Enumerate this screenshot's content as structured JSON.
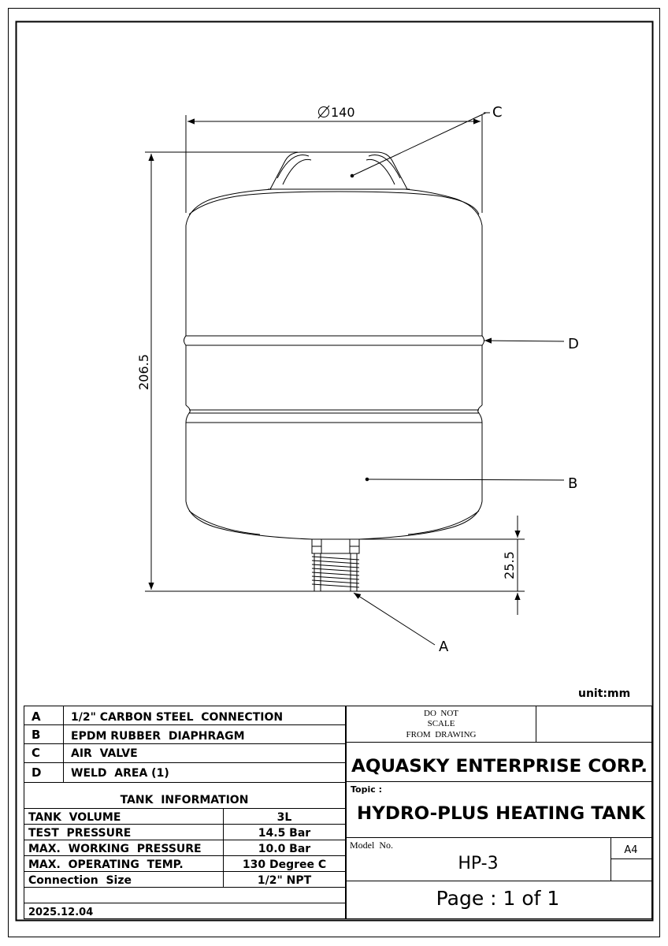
{
  "drawing": {
    "diameter_label": "140",
    "height_label": "206.5",
    "connection_height_label": "25.5",
    "callouts": {
      "a": "A",
      "b": "B",
      "c": "C",
      "d": "D"
    },
    "unit_label": "unit:mm"
  },
  "legend": [
    {
      "key": "A",
      "text": "1/2\" CARBON STEEL  CONNECTION"
    },
    {
      "key": "B",
      "text": "EPDM RUBBER  DIAPHRAGM"
    },
    {
      "key": "C",
      "text": "AIR  VALVE"
    },
    {
      "key": "D",
      "text": "WELD  AREA (1)"
    }
  ],
  "tank_info": {
    "heading": "TANK  INFORMATION",
    "rows": [
      {
        "label": "TANK  VOLUME",
        "value": "3L"
      },
      {
        "label": "TEST  PRESSURE",
        "value": "14.5 Bar"
      },
      {
        "label": "MAX.  WORKING  PRESSURE",
        "value": "10.0 Bar"
      },
      {
        "label": "MAX.  OPERATING  TEMP.",
        "value": "130 Degree C"
      },
      {
        "label": "Connection  Size",
        "value": "1/2\" NPT"
      }
    ],
    "date": "2025.12.04"
  },
  "title_block": {
    "do_not_scale": [
      "DO  NOT",
      "SCALE",
      "FROM  DRAWING"
    ],
    "company": "AQUASKY ENTERPRISE CORP.",
    "topic_label": "Topic :",
    "topic": "HYDRO-PLUS HEATING TANK",
    "model_label": "Model  No.",
    "model": "HP-3",
    "paper_size": "A4",
    "page": "Page : 1 of 1"
  }
}
